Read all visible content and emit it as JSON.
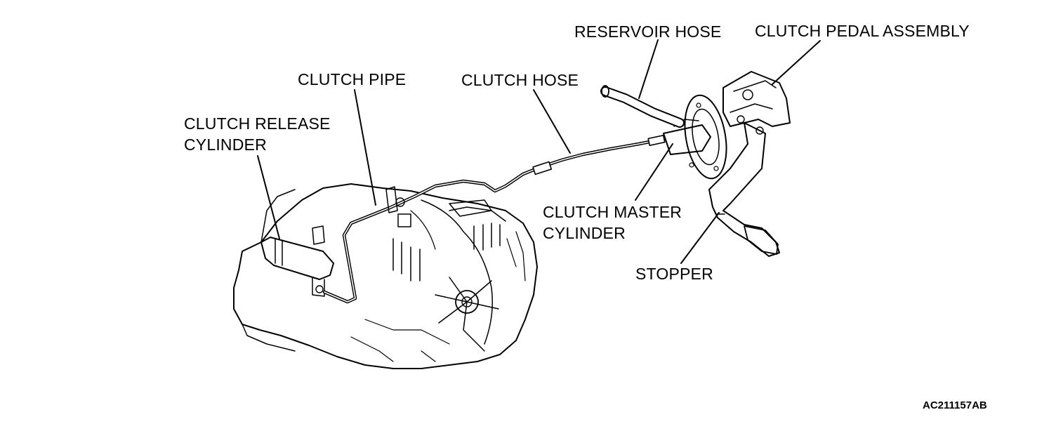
{
  "diagram": {
    "labels": {
      "reservoir_hose": "RESERVOIR HOSE",
      "clutch_pedal_assembly": "CLUTCH PEDAL ASSEMBLY",
      "clutch_pipe": "CLUTCH PIPE",
      "clutch_hose": "CLUTCH HOSE",
      "clutch_release_cylinder_line1": "CLUTCH RELEASE",
      "clutch_release_cylinder_line2": "CYLINDER",
      "clutch_master_cylinder_line1": "CLUTCH MASTER",
      "clutch_master_cylinder_line2": "CYLINDER",
      "stopper": "STOPPER"
    },
    "figure_code": "AC211157AB"
  }
}
